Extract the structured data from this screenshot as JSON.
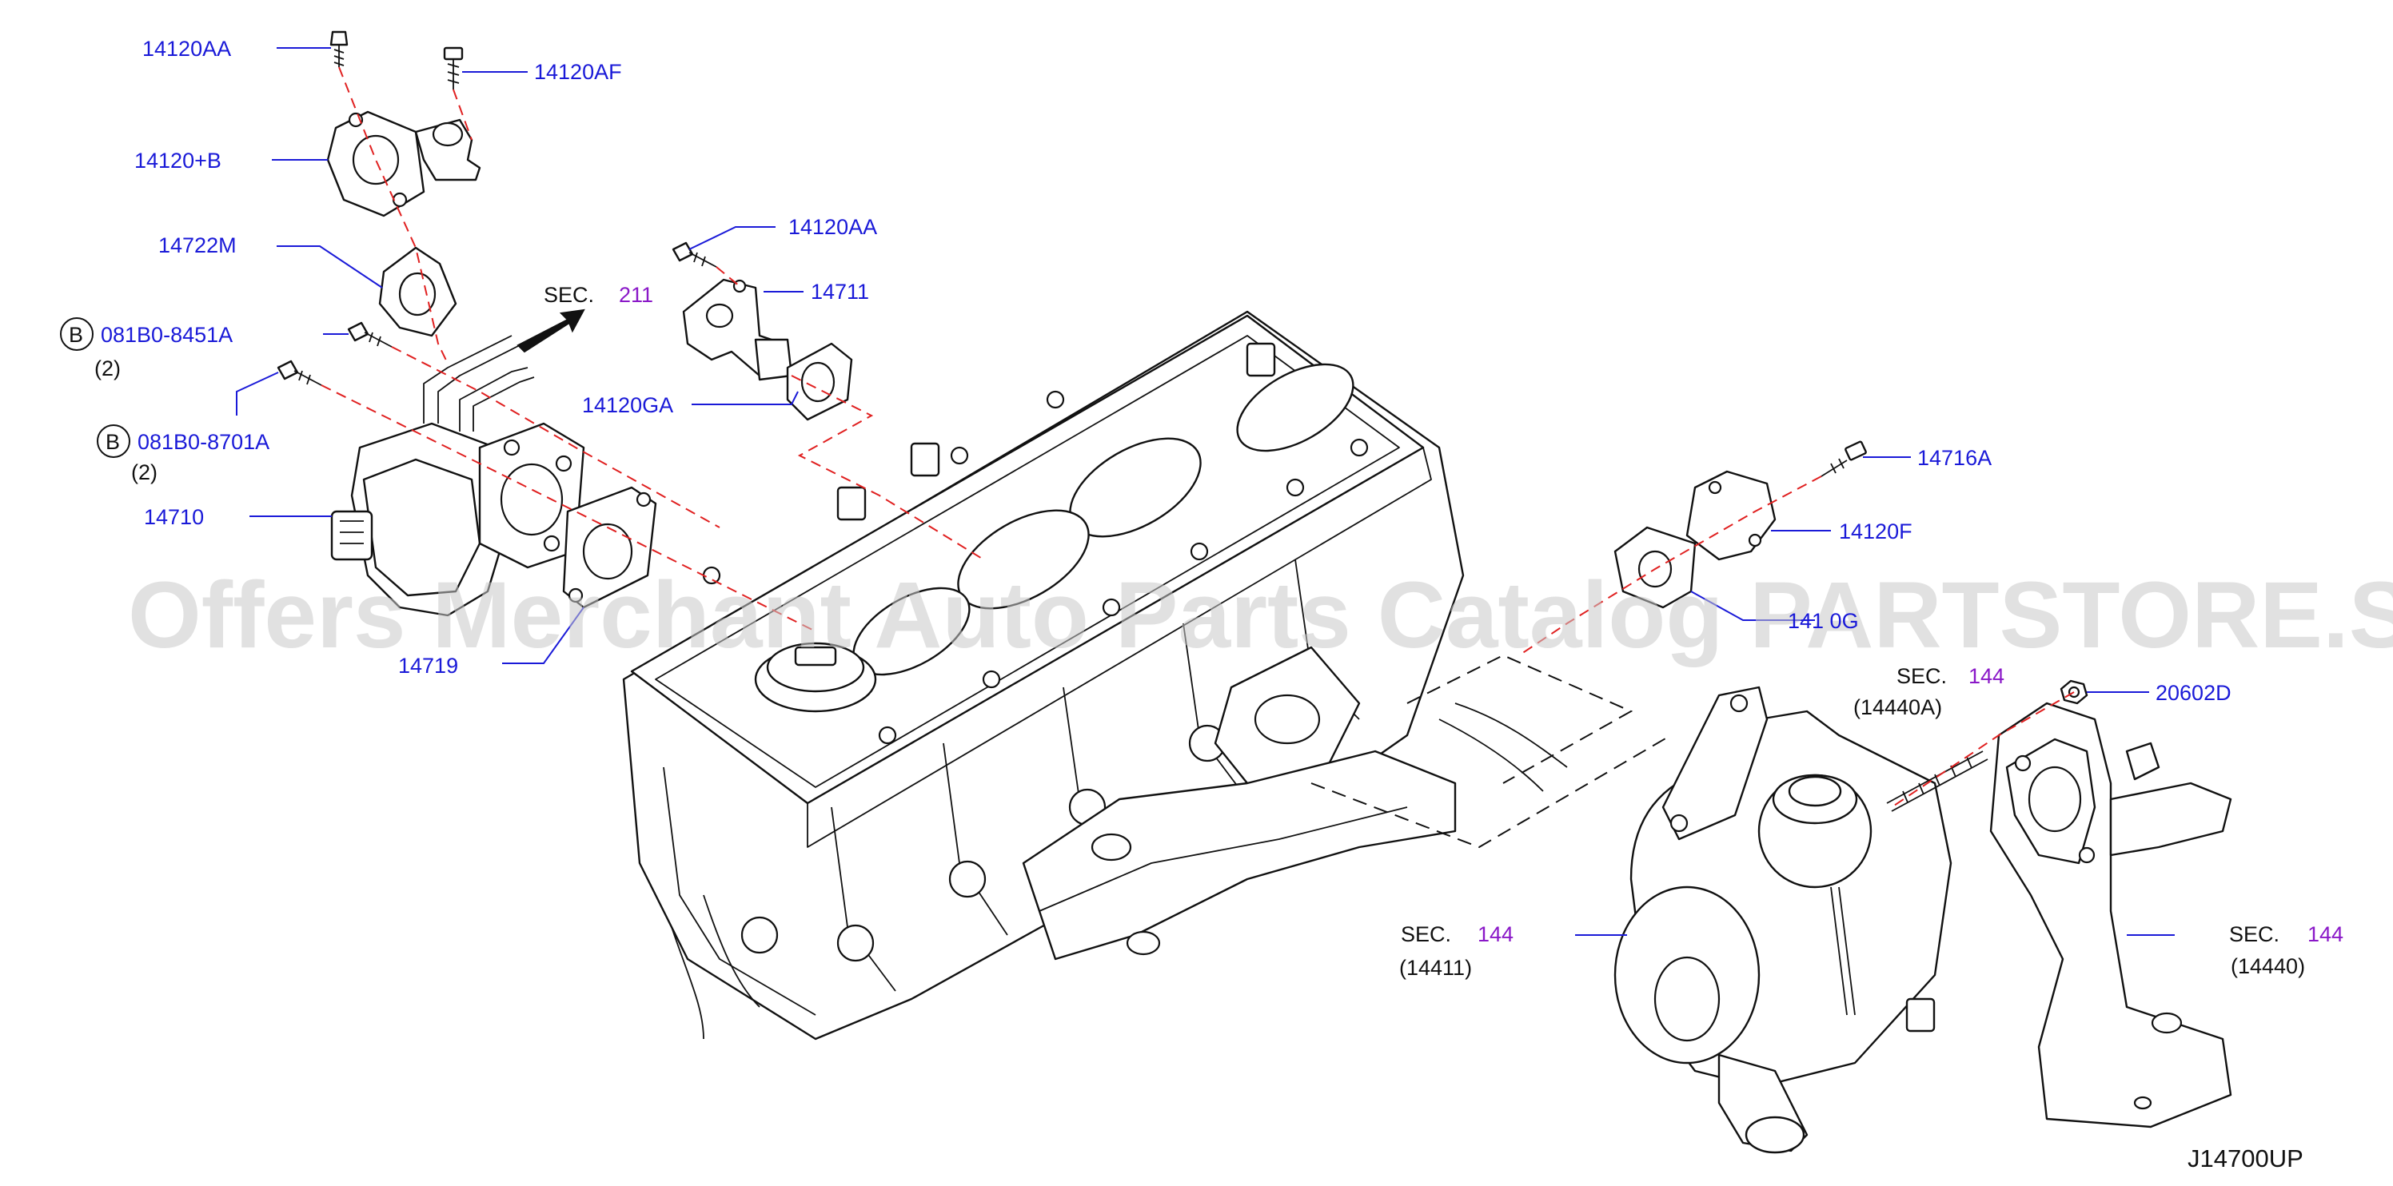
{
  "watermark": "Offers Merchant Auto Parts Catalog PARTSTORE.SA",
  "diagram_code": "J14700UP",
  "callouts": {
    "bolt_14120aa_top": "14120AA",
    "bolt_14120af": "14120AF",
    "housing_14120b": "14120+B",
    "gasket_14722m": "14722M",
    "bolt_081b0_8451a": "081B0-8451A",
    "bolt_081b0_8451a_qty": "(2)",
    "bolt_081b0_8701a": "081B0-8701A",
    "bolt_081b0_8701a_qty": "(2)",
    "b_marker": "B",
    "egr_valve_14710": "14710",
    "gasket_14719": "14719",
    "bolt_14120aa_mid": "14120AA",
    "tube_14711": "14711",
    "gasket_14120ga": "14120GA",
    "bolt_14716a": "14716A",
    "cover_14120f": "14120F",
    "gasket_14120g": "141 0G",
    "nut_20602d": "20602D"
  },
  "section_refs": {
    "sec_prefix": "SEC.",
    "sec_211": "211",
    "sec_144_a": "144",
    "sec_144_a_sub": "(14440A)",
    "sec_144_b": "144",
    "sec_144_b_sub": "(14411)",
    "sec_144_c": "144",
    "sec_144_c_sub": "(14440)"
  },
  "colors": {
    "part_number": "#1a1ad8",
    "section_number": "#8a18c8",
    "assembly_dash": "#e02020",
    "line_art": "#111111",
    "watermark": "#c8c8c8"
  }
}
